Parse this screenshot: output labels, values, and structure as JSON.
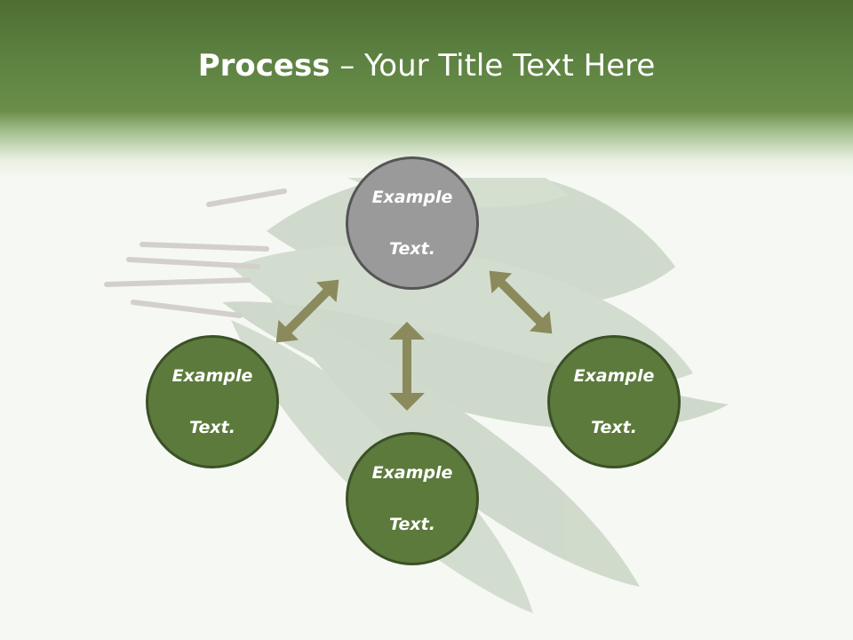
{
  "slide": {
    "title_bold": "Process",
    "title_rest": " – Your Title Text Here"
  },
  "nodes": [
    {
      "id": "top",
      "label_line1": "Example",
      "label_line2": "Text."
    },
    {
      "id": "left",
      "label_line1": "Example",
      "label_line2": "Text."
    },
    {
      "id": "right",
      "label_line1": "Example",
      "label_line2": "Text."
    },
    {
      "id": "bottom",
      "label_line1": "Example",
      "label_line2": "Text."
    }
  ],
  "colors": {
    "header": "#5b8040",
    "node_fill": "#5c7a3c",
    "node_top_fill": "#9a9a9a",
    "arrow": "#8a8a5c"
  }
}
